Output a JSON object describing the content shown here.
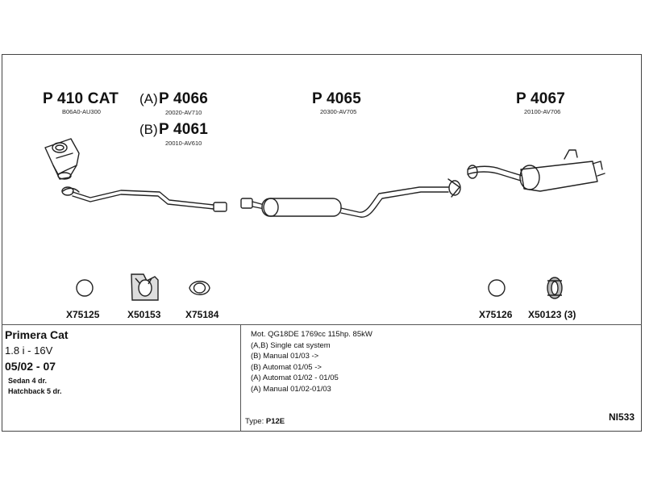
{
  "parts": {
    "p410": {
      "number": "P 410 CAT",
      "oe": "B06A0-AU300"
    },
    "p4066": {
      "prefix": "(A)",
      "number": "P 4066",
      "oe": "20020-AV710"
    },
    "p4061": {
      "prefix": "(B)",
      "number": "P 4061",
      "oe": "20010-AV610"
    },
    "p4065": {
      "number": "P 4065",
      "oe": "20300-AV705"
    },
    "p4067": {
      "number": "P 4067",
      "oe": "20100-AV706"
    }
  },
  "accessories": {
    "x75125": "X75125",
    "x50153": "X50153",
    "x75184": "X75184",
    "x75126": "X75126",
    "x50123": "X50123 (3)"
  },
  "model": {
    "name": "Primera Cat",
    "engine": "1.8 i - 16V",
    "dates": "05/02 - 07",
    "body1": "Sedan 4 dr.",
    "body2": "Hatchback 5 dr."
  },
  "specs": [
    "Mot. QG18DE 1769cc 115hp. 85kW",
    "(A,B) Single cat system",
    "(B) Manual 01/03 ->",
    "(B) Automat 01/05 ->",
    "(A) Automat 01/02 - 01/05",
    "(A) Manual 01/02-01/03"
  ],
  "type": {
    "label": "Type:",
    "value": "P12E"
  },
  "diagram_code": "NI533",
  "colors": {
    "ink": "#111111",
    "line": "#444444",
    "paper": "#ffffff"
  }
}
